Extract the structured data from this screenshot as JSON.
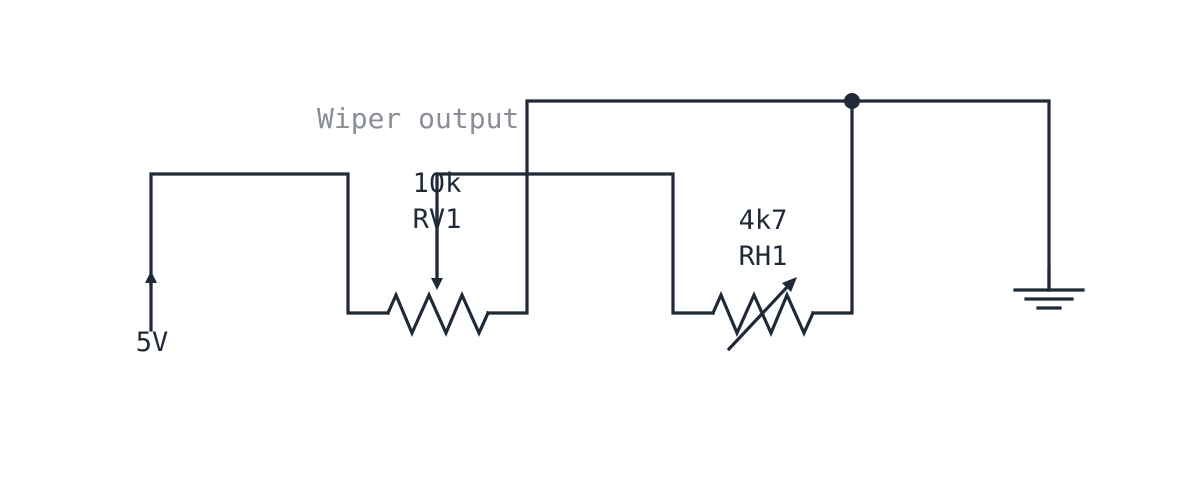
{
  "diagram": {
    "note": "Wiper output",
    "source": {
      "label": "5V"
    },
    "potentiometer": {
      "value": "10k",
      "ref": "RV1"
    },
    "rheostat": {
      "value": "4k7",
      "ref": "RH1"
    },
    "colors": {
      "ink": "#1f2937",
      "note": "#8a8f96",
      "background": "#ffffff"
    }
  }
}
